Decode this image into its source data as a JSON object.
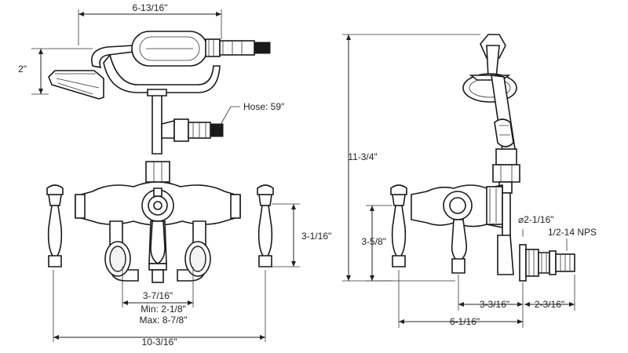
{
  "front_view": {
    "dim_top_width": "6-13/16\"",
    "dim_shower_height": "2\"",
    "hose_label": "Hose: 59\"",
    "dim_right_height": "3-1/16\"",
    "dim_spout_center": "3-7/16\"",
    "dim_min": "Min: 2-1/8\"",
    "dim_max": "Max: 8-7/8\"",
    "dim_overall_width": "10-3/16\""
  },
  "side_view": {
    "dim_total_height": "11-3/4\"",
    "dim_diameter": "⌀2-1/16\"",
    "dim_thread": "1/2-14 NPS",
    "dim_left_height": "3-5/8\"",
    "dim_depth_a": "3-3/16\"",
    "dim_depth_b": "2-3/16\"",
    "dim_overall_depth": "6-1/16\""
  }
}
